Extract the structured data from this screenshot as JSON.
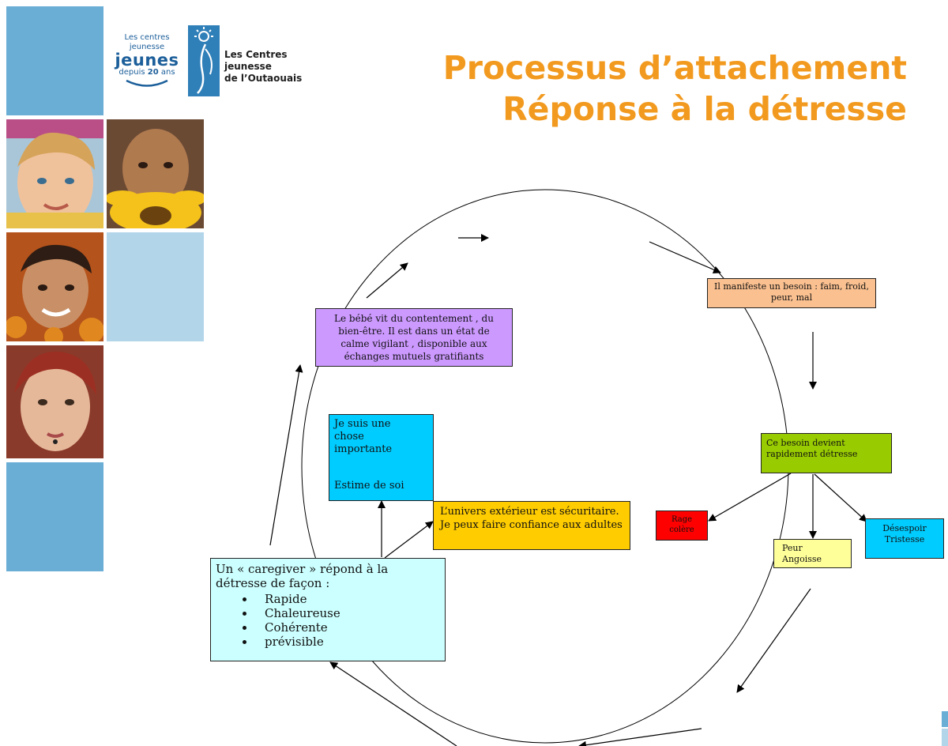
{
  "logo": {
    "left_line1": "Les centres jeunesse",
    "left_big": "jeunes",
    "left_line3_pre": "depuis",
    "left_line3_num": "20",
    "left_line3_post": "ans",
    "right_line1": "Les Centres jeunesse",
    "right_line2": "de l’Outaouais"
  },
  "title": {
    "line1": "Processus d’attachement",
    "line2": "Réponse à la détresse"
  },
  "boxes": {
    "besoin": "Il manifeste un besoin : faim, froid, peur, mal",
    "detresse": "Ce besoin devient rapidement détresse",
    "rage": "Rage colère",
    "peur": "Peur Angoisse",
    "desespoir": "Désespoir Tristesse",
    "caregiver_intro": "Un « caregiver » répond à la détresse de façon :",
    "caregiver_items": [
      "Rapide",
      "Chaleureuse",
      "Cohérente",
      "prévisible"
    ],
    "univers": "L’univers extérieur est sécuritaire. Je peux faire confiance aux adultes",
    "chose_line": "Je suis une chose importante",
    "estime": "Estime de soi",
    "contentement": "Le bébé vit du contentement , du bien-être. Il est dans un état de calme vigilant , disponible aux échanges mutuels gratifiants"
  },
  "colors": {
    "title": "#f29a1f",
    "besoin": "#fac090",
    "detresse": "#99cc00",
    "rage": "#ff0000",
    "peur": "#ffff99",
    "desespoir": "#00ccff",
    "caregiver": "#ccffff",
    "univers": "#ffcc00",
    "estime": "#00ccff",
    "contentement": "#cc99ff",
    "tile_dark": "#6aaed6",
    "tile_light": "#b3d5ea"
  }
}
